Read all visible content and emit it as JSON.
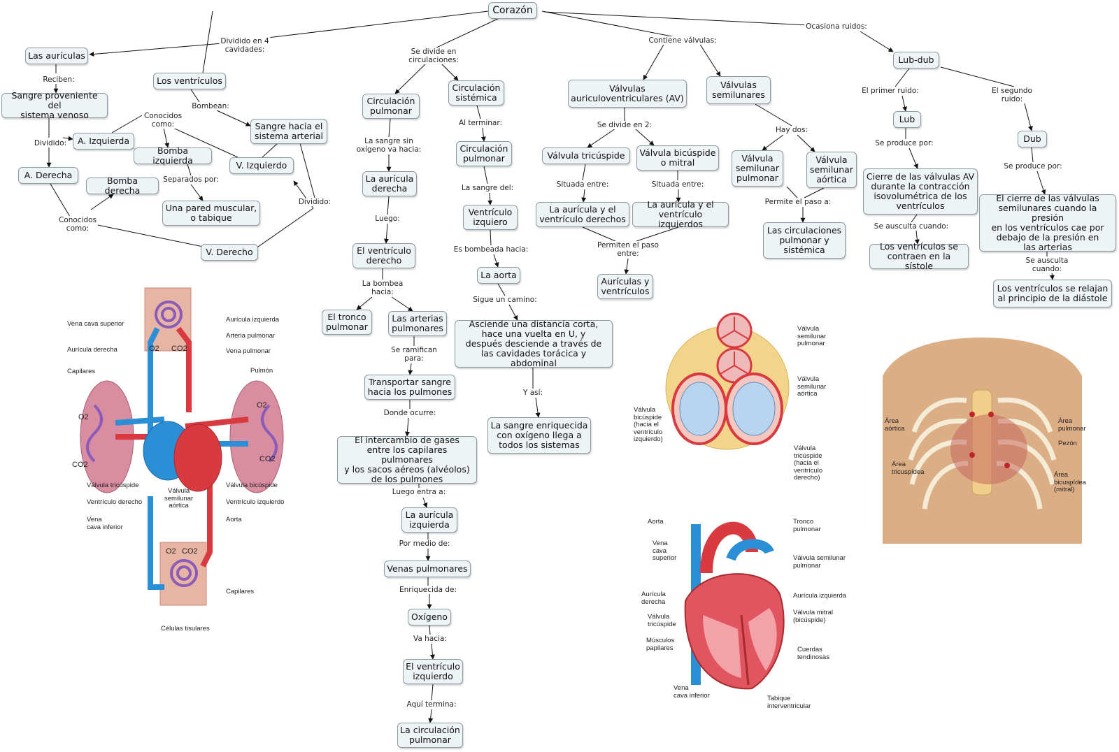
{
  "concept_map": {
    "root": "Corazón",
    "links": {
      "dividido_en_4": "Dividido en 4\ncavidades:",
      "reciben": "Reciben:",
      "dividido": "Dividido:",
      "conocidos_como_1": "Conocidos\ncomo:",
      "bombean": "Bombean:",
      "separados_por": "Separados por:",
      "dividido_2": "Dividido:",
      "conocidos_como_2": "Conocidos\ncomo:",
      "se_divide_en_circ": "Se divide en\ncirculaciones:",
      "sangre_sin_oxigeno": "La sangre sin\noxígeno va hacia:",
      "luego": "Luego:",
      "la_bombea_hacia": "La bombea\nhacia:",
      "se_ramifican": "Se ramifican\npara:",
      "donde_ocurre": "Donde ocurre:",
      "luego_entra_a": "Luego entra a:",
      "por_medio_de": "Por medio de:",
      "enriquecida_de": "Enriquecida de:",
      "va_hacia": "Va hacia:",
      "aqui_termina": "Aquí termina:",
      "al_terminar": "Al terminar:",
      "la_sangre_del": "La sangre del:",
      "es_bombeada_hacia": "Es bombeada hacia:",
      "sigue_un_camino": "Sigue un camino:",
      "y_asi": "Y así:",
      "contiene_valvulas": "Contiene válvulas:",
      "se_divide_en_2": "Se divide en 2:",
      "situada_entre_1": "Situada entre:",
      "situada_entre_2": "Situada entre:",
      "permiten_el_paso": "Permiten el paso\nentre:",
      "hay_dos": "Hay dos:",
      "permite_el_paso_a": "Permite el paso a:",
      "ocasiona_ruidos": "Ocasiona ruidos:",
      "el_primer_ruido": "El primer ruido:",
      "el_segundo_ruido": "El segundo\nruido:",
      "se_produce_por_1": "Se produce por:",
      "se_produce_por_2": "Se produce por:",
      "se_ausculta_1": "Se ausculta cuando:",
      "se_ausculta_2": "Se ausculta cuando:"
    },
    "nodes": {
      "auriculas": "Las aurículas",
      "sangre_venoso": "Sangre proveniente del\nsistema venoso",
      "a_izquierda": "A. Izquierda",
      "a_derecha": "A. Derecha",
      "bomba_izquierda": "Bomba izquierda",
      "bomba_derecha": "Bomba derecha",
      "ventriculos": "Los ventrículos",
      "sangre_arterial": "Sangre hacia el\nsistema arterial",
      "v_izquierdo": "V. Izquierdo",
      "pared_muscular": "Una pared muscular,\no tabique",
      "v_derecho": "V. Derecho",
      "circ_pulmonar": "Circulación\npulmonar",
      "auricula_derecha": "La aurícula\nderecha",
      "ventriculo_derecho": "El ventrículo\nderecho",
      "tronco_pulmonar": "El tronco\npulmonar",
      "arterias_pulmonares": "Las arterias\npulmonares",
      "transportar": "Transportar sangre\nhacia los pulmones",
      "intercambio": "El intercambio de gases\nentre los capilares pulmonares\ny los sacos aéreos (alvéolos)\nde los pulmones",
      "auricula_izquierda": "La aurícula\nizquierda",
      "venas_pulmonares": "Venas pulmonares",
      "oxigeno": "Oxígeno",
      "ventriculo_izquierdo": "El ventrículo\nizquierdo",
      "circ_pulmonar_2": "La circulación\npulmonar",
      "circ_sistemica": "Circulación\nsistémica",
      "circ_pulmonar_3": "Circulación\npulmonar",
      "ventriculo_izquiero": "Ventrículo\nizquiero",
      "aorta": "La aorta",
      "asciende": "Asciende una distancia corta,\nhace una vuelta en U, y\ndespués desciende a través de\nlas cavidades torácica y abdominal",
      "sangre_enriquecida": "La sangre enriquecida\ncon oxígeno llega a\ntodos los sistemas",
      "valvulas_av": "Válvulas\nauriculoventriculares (AV)",
      "valvulas_semilunares": "Válvulas\nsemilunares",
      "tricuspide": "Válvula tricúspide",
      "bicuspide": "Válvula bicúspide\no mitral",
      "auricula_ventriculo_der": "La aurícula y el\nventrículo derechos",
      "auricula_ventriculo_izq": "La aurícula y el\nventrículo izquierdos",
      "auriculas_ventriculos": "Aurículas y\nventrículos",
      "semilunar_pulmonar": "Válvula\nsemilunar\npulmonar",
      "semilunar_aortica": "Válvula\nsemilunar\naórtica",
      "circulaciones": "Las circulaciones\npulmonar y\nsistémica",
      "lub_dub": "Lub-dub",
      "lub": "Lub",
      "dub": "Dub",
      "cierre_av": "Cierre de las válvulas AV\ndurante la contracción\nisovolumétrica de los\nventrículos",
      "ventriculos_contraen": "Los ventrículos se\ncontraen en la sístole",
      "cierre_semilunares": "El cierre de las válvulas\nsemilunares cuando la presión\nen los ventrículos cae por\ndebajo de la presión en\nlas arterias",
      "ventriculos_relajan": "Los ventrículos se relajan\nal principio de la diástole"
    }
  },
  "illustrations": {
    "circulation": {
      "labels": {
        "vena_cava_superior": "Vena cava superior",
        "auricula_derecha": "Aurícula derecha",
        "capilares": "Capilares",
        "valvula_tricuspide": "Válvula tricúspide",
        "ventriculo_derecho": "Ventrículo derecho",
        "vena_cava_inferior": "Vena\ncava inferior",
        "auricula_izquierda": "Aurícula izquierda",
        "arteria_pulmonar": "Arteria pulmonar",
        "vena_pulmonar": "Vena pulmonar",
        "pulmon": "Pulmón",
        "valvula_bicuspide": "Válvula bicúspide",
        "ventriculo_izquierdo": "Ventrículo izquierdo",
        "aorta": "Aorta",
        "valvula_semilunar_aortica": "Válvula\nsemilunar\naórtica",
        "capilares_2": "Capilares",
        "celulas_tisulares": "Células tisulares",
        "o2": "O2",
        "co2": "CO2"
      },
      "colors": {
        "oxygenated": "#d93a3f",
        "deoxygenated": "#2b8fd6",
        "lung": "#d88da0",
        "capillary": "#8a5bb8",
        "tissue": "#e8b4a4"
      }
    },
    "valves_top": {
      "labels": {
        "semilunar_pulmonar": "Válvula\nsemilunar\npulmonar",
        "semilunar_aortica": "Válvula\nsemilunar\naórtica",
        "bicuspide": "Válvula\nbicúspide\n(hacia el\nventrículo\nizquierdo)",
        "tricuspide": "Válvula\ntricúspide\n(hacia el\nventrículo\nderecho)"
      }
    },
    "heart_section": {
      "labels": {
        "aorta": "Aorta",
        "vena_cava_superior": "Vena\ncava\nsuperior",
        "auricula_derecha": "Aurícula\nderecha",
        "valvula_tricuspide": "Válvula\ntricúspide",
        "musculos_papilares": "Músculos\npapilares",
        "vena_cava_inferior": "Vena\ncava inferior",
        "tronco_pulmonar": "Tronco\npulmonar",
        "valvula_semilunar_pulmonar": "Válvula semilunar\npulmonar",
        "auricula_izquierda": "Aurícula izquierda",
        "valvula_mitral": "Válvula mitral\n(bicúspide)",
        "cuerdas_tendinosas": "Cuerdas\ntendinosas",
        "tabique": "Tabique\ninterventricular"
      }
    },
    "chest": {
      "labels": {
        "area_aortica": "Área\naórtica",
        "area_tricuspidea": "Área\ntricuspídea",
        "area_pulmonar": "Área\npulmonar",
        "pezon": "Pezón",
        "area_bicuspidea": "Área\nbicuspídea\n(mitral)"
      }
    }
  }
}
